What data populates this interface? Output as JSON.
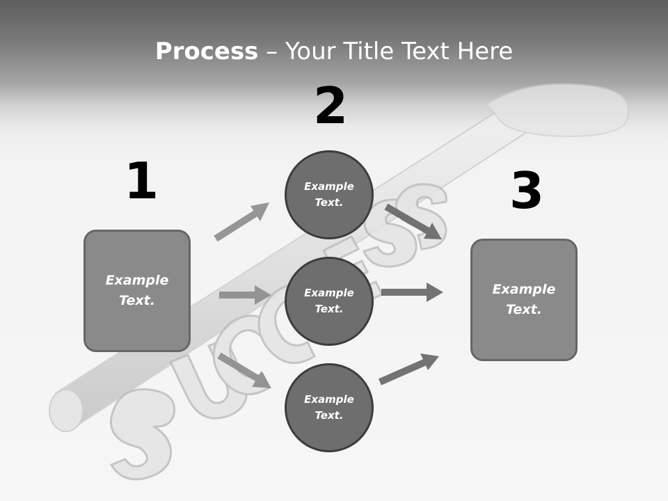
{
  "title": {
    "bold": "Process",
    "rest": " – Your Title Text Here"
  },
  "steps": [
    {
      "number": "1",
      "box_text": "Example Text."
    },
    {
      "number": "2",
      "circles": [
        "Example Text.",
        "Example Text.",
        "Example Text."
      ]
    },
    {
      "number": "3",
      "box_text": "Example Text."
    }
  ],
  "background_image": {
    "word": "SUCCESS",
    "subject": "key"
  },
  "colors": {
    "box_fill": "#8a8a8a",
    "circle_fill": "#6e6e6e",
    "arrow": "#7a7a7a",
    "header": "#6a6a6a"
  }
}
